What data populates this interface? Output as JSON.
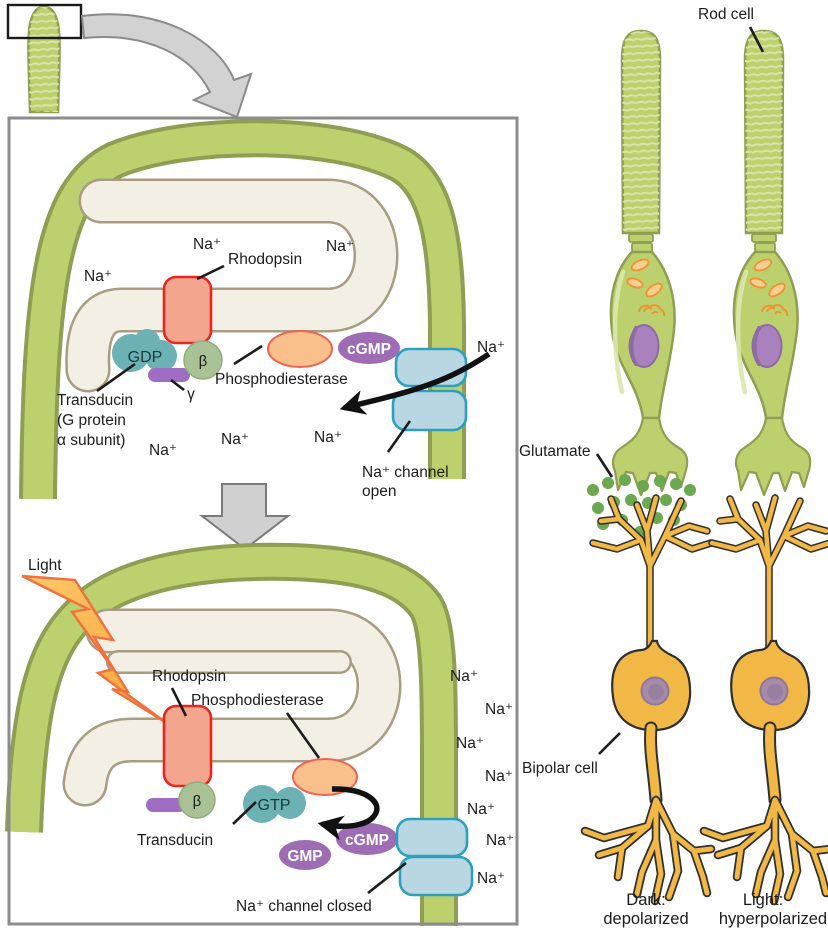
{
  "figure": {
    "type": "biology-diagram",
    "subject": "Phototransduction in rod photoreceptor cells (dark vs light)"
  },
  "dark_scene": {
    "na": "Na⁺",
    "rhodopsin": "Rhodopsin",
    "gdp": "GDP",
    "beta": "β",
    "gamma": "γ",
    "phosphodiesterase": "Phosphodiesterase",
    "cgmp": "cGMP",
    "transducin_line1": "Transducin",
    "transducin_line2": "(G protein",
    "transducin_line3": "α subunit)",
    "channel_line1": "Na⁺ channel",
    "channel_line2": "open"
  },
  "light_scene": {
    "light": "Light",
    "na": "Na⁺",
    "rhodopsin": "Rhodopsin",
    "phosphodiesterase": "Phosphodiesterase",
    "beta": "β",
    "gtp": "GTP",
    "transducin": "Transducin",
    "gmp": "GMP",
    "cgmp": "cGMP",
    "channel_closed": "Na⁺ channel closed"
  },
  "cells": {
    "rod": "Rod cell",
    "glutamate": "Glutamate",
    "bipolar": "Bipolar cell",
    "dark_caption_line1": "Dark:",
    "dark_caption_line2": "depolarized",
    "light_caption_line1": "Light:",
    "light_caption_line2": "hyperpolarized"
  },
  "colors": {
    "membrane_green": "#bcd16e",
    "membrane_outline": "#8f9e52",
    "disc_cream": "#f4efe4",
    "disc_outline": "#a79d82",
    "rhodopsin_fill": "#f4a58e",
    "rhodopsin_stroke": "#e9261f",
    "g_protein_teal": "#6cb1b4",
    "beta_green": "#a9c195",
    "gamma_purple": "#9f6ec4",
    "pde_fill": "#f9c08c",
    "pde_stroke": "#ef6352",
    "nucleotide_purple": "#9d6cb4",
    "channel_fill": "#b8d7e3",
    "channel_stroke": "#2ea0bc",
    "lightning_orange": "#f9a843",
    "lightning_stroke": "#f2703c",
    "bipolar_orange": "#f2b845",
    "glutamate_green": "#6ba84f",
    "nucleus_purple": "#a981bd",
    "panel_border": "#8c8c8c",
    "arrow_gray": "#d0d0d0"
  }
}
